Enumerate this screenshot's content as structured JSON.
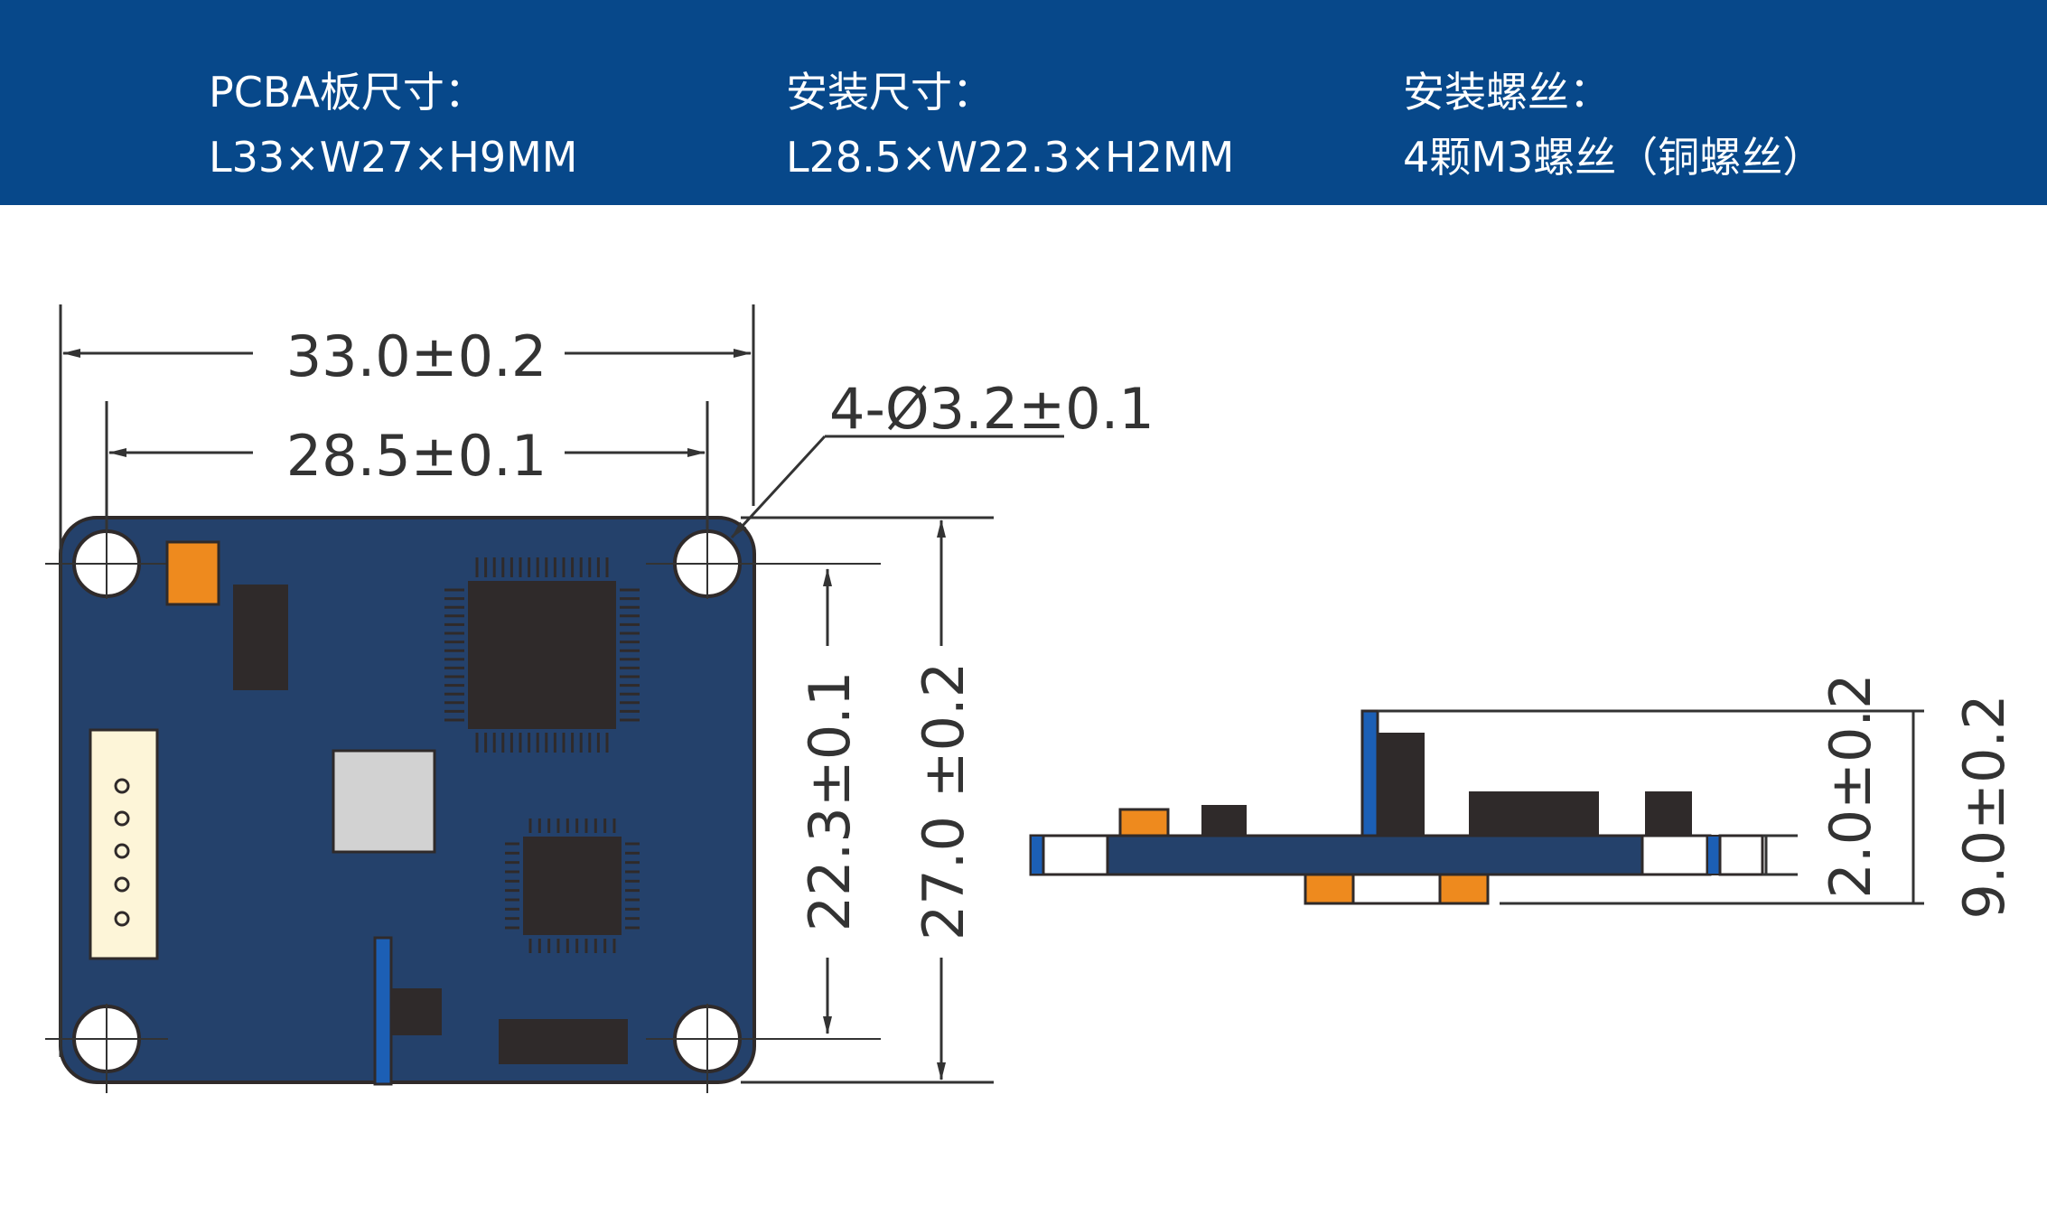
{
  "specs": {
    "pcba": {
      "label": "PCBA板尺寸：",
      "value": "L33×W27×H9MM"
    },
    "install": {
      "label": "安装尺寸：",
      "value": "L28.5×W22.3×H2MM"
    },
    "screw": {
      "label": "安装螺丝：",
      "value": "4颗M3螺丝（铜螺丝）"
    }
  },
  "dimensions": {
    "overall_length": "33.0±0.2",
    "mount_length": "28.5±0.1",
    "hole": "4-Ø3.2±0.1",
    "mount_width": "22.3±0.1",
    "overall_width": "27.0 ±0.2",
    "board_thickness": "2.0±0.2",
    "total_height": "9.0±0.2"
  },
  "colors": {
    "header_bg": "#07488a",
    "pcb_blue": "#24416b",
    "chip_dark": "#2f2a2a",
    "connector_orange": "#ee8a1e",
    "accent_blue": "#1c5fb5"
  }
}
